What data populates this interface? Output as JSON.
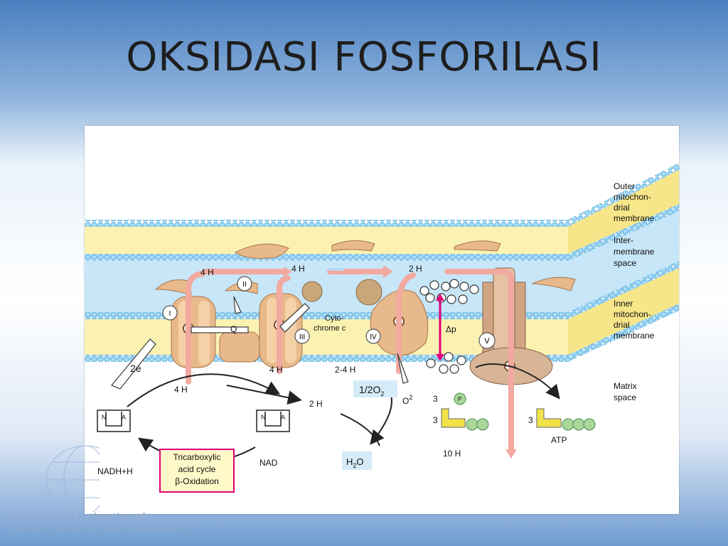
{
  "slide": {
    "title": "OKSIDASI FOSFORILASI",
    "footer_line1": "International Federation of",
    "footer_line2": "Dental Educators and Associations"
  },
  "diagram": {
    "side_labels": {
      "outer_membrane": [
        "Outer",
        "mitochon-",
        "drial",
        "membrane"
      ],
      "intermembrane": [
        "Inter-",
        "membrane",
        "space"
      ],
      "inner_membrane": [
        "Inner",
        "mitochon-",
        "drial",
        "membrane"
      ],
      "matrix": [
        "Matrix",
        "space"
      ]
    },
    "complex_labels": [
      "I",
      "II",
      "III",
      "IV",
      "V"
    ],
    "q_label": "Q",
    "cytochrome": [
      "Cyto-",
      "chrome c"
    ],
    "proton_labels": {
      "top1": "4 H",
      "top2": "4 H",
      "top3": "2 H",
      "bottom1": "4 H",
      "bottom2": "4 H",
      "bottom3": "2-4 H",
      "bottom4": "2 H",
      "bottom5": "10 H"
    },
    "electrons": "2e",
    "oxygen": "1/2O",
    "oxygen_sub": "2",
    "oxide": "O",
    "oxide_sup": "2",
    "water": "H",
    "water_sub": "2",
    "water_o": "O",
    "delta_p": "Δp",
    "nadh": "NADH+H",
    "nad": "NAD",
    "tca": [
      "Tricarboxylic",
      "acid cycle",
      "β-Oxidation"
    ],
    "three": "3",
    "atp": "ATP",
    "n": "N",
    "a": "A",
    "p": "P"
  },
  "colors": {
    "membrane_head": "#7ec9ee",
    "membrane_core": "#fbf2b2",
    "protein": "#e8b98a",
    "arrow_pink": "#f1a9a0",
    "tca_border": "#e0007a",
    "atp_yellow": "#f2e24a",
    "phosphate_green": "#a9d79a"
  }
}
